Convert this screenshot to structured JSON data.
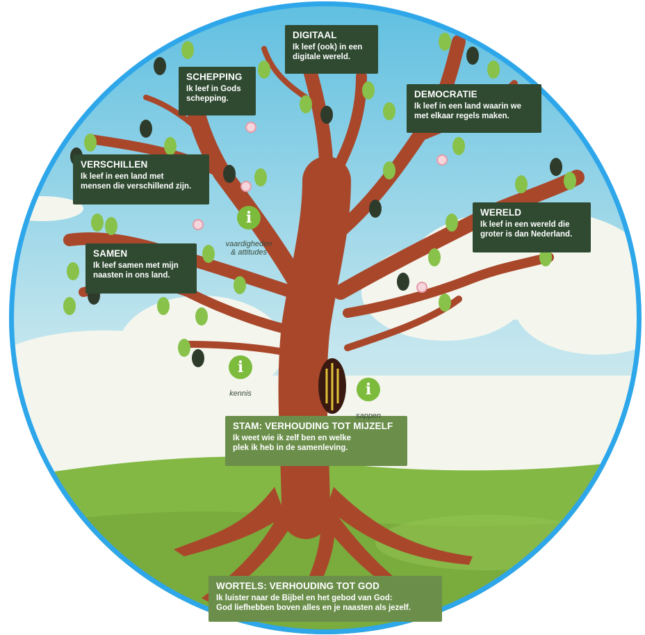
{
  "colors": {
    "ring": "#2ea6ea",
    "sky": "#b8dfea",
    "grass": "#7fb241",
    "trunk": "#a9472b",
    "leaf": "#88c24a",
    "box_dark": "#2f4a31",
    "box_light": "#6b8f4b",
    "info_badge": "#7cbb3c"
  },
  "labels": {
    "digitaal": {
      "title": "DIGITAAL",
      "text": "Ik leef (ook) in een\ndigitale wereld."
    },
    "schepping": {
      "title": "SCHEPPING",
      "text": "Ik leef in Gods\nschepping."
    },
    "democratie": {
      "title": "DEMOCRATIE",
      "text": "Ik leef in een land waarin we\nmet elkaar regels maken."
    },
    "verschillen": {
      "title": "VERSCHILLEN",
      "text": "Ik leef in een land met\nmensen die verschillend zijn."
    },
    "wereld": {
      "title": "WERELD",
      "text": "Ik leef in een wereld die\ngroter is dan Nederland."
    },
    "samen": {
      "title": "SAMEN",
      "text": "Ik leef samen met mijn\nnaasten in ons land."
    },
    "stam": {
      "title": "STAM: VERHOUDING TOT MIJZELF",
      "text": "Ik weet wie ik zelf ben en welke\nplek ik heb in de samenleving."
    },
    "wortels": {
      "title": "WORTELS: VERHOUDING TOT GOD",
      "text": "Ik luister naar de Bijbel en het gebod van God:\nGod liefhebben boven alles en je naasten als jezelf."
    }
  },
  "info_points": {
    "icon": "i",
    "vaardigheden": "vaardigheden\n& attitudes",
    "kennis": "kennis",
    "sappen": "sappen"
  }
}
